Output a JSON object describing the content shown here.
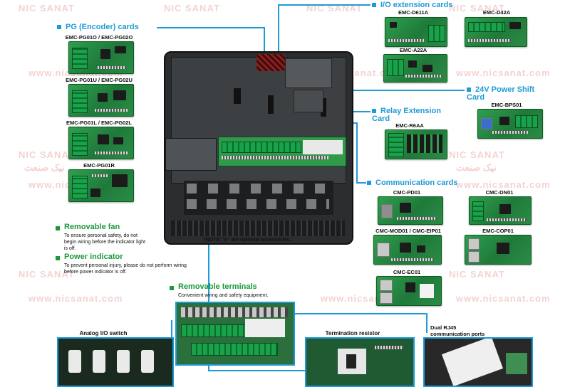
{
  "headers": {
    "pg_cards": "PG (Encoder) cards",
    "io_ext": "I/O extension cards",
    "power_shift": "24V Power Shift Card",
    "relay_ext": "Relay Extension Card",
    "comm_cards": "Communication cards"
  },
  "pg_cards": [
    {
      "label": "EMC-PG01O / EMC-PG02O"
    },
    {
      "label": "EMC-PG01U / EMC-PG02U"
    },
    {
      "label": "EMC-PG01L / EMC-PG02L"
    },
    {
      "label": "EMC-PG01R"
    }
  ],
  "io_cards": [
    {
      "label": "EMC-D611A"
    },
    {
      "label": "EMC-D42A"
    },
    {
      "label": "EMC-A22A"
    }
  ],
  "power_card": {
    "label": "EMC-BPS01"
  },
  "relay_card": {
    "label": "EMC-R6AA"
  },
  "comm_cards": [
    {
      "label": "CMC-PD01"
    },
    {
      "label": "CMC-DN01"
    },
    {
      "label": "CMC-MOD01 / CMC-EIP01"
    },
    {
      "label": "EMC-COP01"
    },
    {
      "label": "CMC-EC01"
    }
  ],
  "features": {
    "fan_title": "Removable fan",
    "fan_desc": "To ensure personal safety, do not begin wiring before the indicator light is off.",
    "power_title": "Power indicator",
    "power_desc": "To prevent personal injury, please do not perform wiring before power indicator is off.",
    "terminals_title": "Removable terminals",
    "terminals_desc": "Convenient wiring and safety equipment."
  },
  "note": "*NOTE: \"▸\" are optional accessories.",
  "insets": {
    "analog_switch": "Analog I/O switch",
    "termination_resistor": "Termination resistor",
    "dual_rj45": "Dual RJ45 communication ports"
  },
  "watermark": {
    "brand": "NIC SANAT",
    "brand_fa": "نیک صنعت",
    "site": "www.nicsanat.com"
  },
  "colors": {
    "accent": "#1e9ad6",
    "feature": "#1a9a3a",
    "pcb": "#2b8c46"
  }
}
